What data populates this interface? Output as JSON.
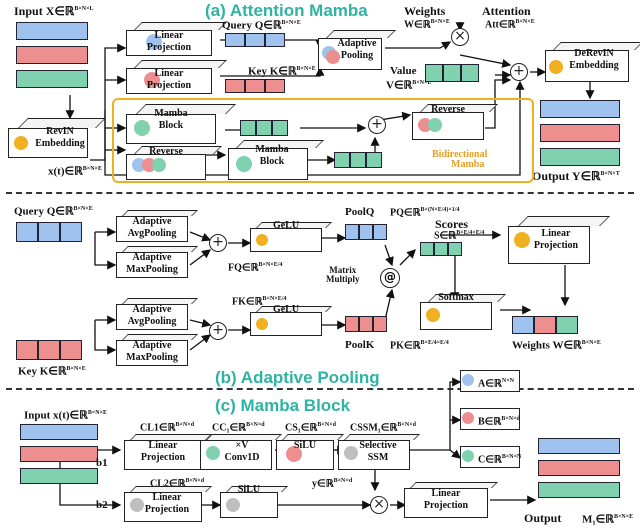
{
  "sections": {
    "a_title": "(a) Attention Mamba",
    "b_title": "(b) Adaptive Pooling",
    "c_title": "(c) Mamba Block"
  },
  "a": {
    "input": "Input X∈ℝ",
    "input_sup": "B×N×L",
    "linear_q": [
      "Linear",
      "Projection"
    ],
    "linear_k": [
      "Linear",
      "Projection"
    ],
    "query": "Query Q∈ℝ",
    "query_sup": "B×N×E",
    "key": "Key K∈ℝ",
    "key_sup": "B×N×E",
    "adaptive_pool": [
      "Adaptive",
      "Pooling"
    ],
    "weights": "Weights",
    "weights_sym": "W∈ℝ",
    "weights_sup": "B×N×E",
    "value": "Value",
    "value_sym": "V∈ℝ",
    "value_sup": "B×N×E",
    "attention": "Attention",
    "attention_sym": "Att∈ℝ",
    "attention_sup": "B×N×E",
    "derevin": [
      "DeRevIN",
      "Embedding"
    ],
    "revin": [
      "RevIN",
      "Embedding"
    ],
    "xt": "x(t)∈ℝ",
    "xt_sup": "B×N×E",
    "mamba_block": [
      "Mamba",
      "Block"
    ],
    "reverse_top": "Reverse",
    "reverse_bottom": "Reverse",
    "mamba_block2": [
      "Mamba",
      "Block"
    ],
    "bidirectional": [
      "Bidirectional",
      "Mamba"
    ],
    "output": "Output Y∈ℝ",
    "output_sup": "B×N×T"
  },
  "b": {
    "query": "Query Q∈ℝ",
    "query_sup": "B×N×E",
    "key": "Key K∈ℝ",
    "key_sup": "B×N×E",
    "adaptive_avg_1": [
      "Adaptive",
      "AvgPooling"
    ],
    "adaptive_max_1": [
      "Adaptive",
      "MaxPooling"
    ],
    "adaptive_avg_2": [
      "Adaptive",
      "AvgPooling"
    ],
    "adaptive_max_2": [
      "Adaptive",
      "MaxPooling"
    ],
    "gelu_1": "GeLU",
    "gelu_2": "GeLU",
    "fq": "FQ∈ℝ",
    "fq_sup": "B×N×E/4",
    "fk": "FK∈ℝ",
    "fk_sup": "B×N×E/4",
    "poolq": "PoolQ",
    "pq": "PQ∈ℝ",
    "pq_sup": "B×(N×E/4)×1/4",
    "poolk": "PoolK",
    "pk": "PK∈ℝ",
    "pk_sup": "B×E/4×E/4",
    "scores": "Scores",
    "s": "S∈ℝ",
    "s_sup": "B×E/4×E/4",
    "matrix_multiply": [
      "Matrix",
      "Multiply"
    ],
    "at_symbol": "@",
    "softmax": "Softmax",
    "linear_proj": [
      "Linear",
      "Projection"
    ],
    "weights": "Weights W∈ℝ",
    "weights_sup": "B×N×E"
  },
  "c": {
    "input": "Input x(t)∈ℝ",
    "input_sup": "B×N×E",
    "cl1": "CL1∈ℝ",
    "cl1_sup": "B×N×d",
    "cc1": "CC₁∈ℝ",
    "cc1_sup": "B×N×d",
    "cs1": "CS₁∈ℝ",
    "cs1_sup": "B×N×d",
    "cssm1": "CSSM₁∈ℝ",
    "cssm1_sup": "B×N×d",
    "linear1": [
      "Linear",
      "Projection"
    ],
    "conv1d": [
      "×V",
      "Conv1D"
    ],
    "silu1": [
      "SiLU",
      ""
    ],
    "selective_ssm": [
      "Selective",
      "SSM"
    ],
    "b1": "b1",
    "b2": "b2",
    "cl2": "CL2∈ℝ",
    "cl2_sup": "B×N×d",
    "linear2": [
      "Linear",
      "Projection"
    ],
    "silu2": "SiLU",
    "y": "y∈ℝ",
    "y_sup": "B×N×d",
    "linear3": [
      "Linear",
      "Projection"
    ],
    "a_mat": "A∈ℝ",
    "a_sup": "N×N",
    "b_mat": "B∈ℝ",
    "b_sup": "B×N×d",
    "c_mat": "C∈ℝ",
    "c_sup": "B×N×N",
    "output": "Output",
    "m1": "M₁∈ℝ",
    "m1_sup": "B×N×E"
  },
  "colors": {
    "teal": "#2fb3a3",
    "orange": "#f0b020",
    "blue_cell": "#9fc3ee",
    "red_cell": "#ee8f8f",
    "green_cell": "#7fd1b0",
    "gray_cell": "#bfbfbf"
  }
}
